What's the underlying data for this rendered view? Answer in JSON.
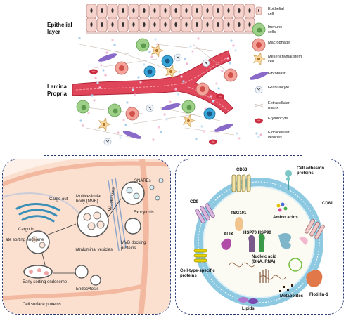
{
  "top_panel": {
    "region_labels": {
      "epithelial": "Epithelial layer",
      "lamina": "Lamina Propria"
    },
    "legend": [
      {
        "key": "epithelial",
        "label": "Epithelial cell"
      },
      {
        "key": "immune",
        "label": "Immune cells"
      },
      {
        "key": "macrophage",
        "label": "Macrophage"
      },
      {
        "key": "msc",
        "label": "Mesenchymal stem cell"
      },
      {
        "key": "fibroblast",
        "label": "Fibroblast"
      },
      {
        "key": "granulocyte",
        "label": "Granulocyte"
      },
      {
        "key": "ecm",
        "label": "Extracellular matrix"
      },
      {
        "key": "erythrocyte",
        "label": "Erythrocyte"
      },
      {
        "key": "ev",
        "label": "Extracellular vesicles"
      }
    ]
  },
  "bottom_left": {
    "labels": {
      "snares": "SNAREs",
      "exocytosis": "Exocytosis",
      "mvb_docking": "MVB docking proteins",
      "microtubules": "Microtubules",
      "mvb": "Multivesicular body (MVB)",
      "ilv": "Intraluminal vesicles",
      "cargo_out": "Cargo out",
      "cargo_in": "Cargo in",
      "late_endosome": "ate sorting endsome",
      "early_endosome": "Early sorting endosome",
      "endocytosis": "Endocytosis",
      "cell_surface": "Cell surface proteins"
    }
  },
  "bottom_right": {
    "labels": {
      "cd63": "CD63",
      "cell_adhesion": "Cell adhesion proteins",
      "cd9": "CD9",
      "tsg101": "TSG101",
      "amino_acids": "Amino acids",
      "cd81": "CD81",
      "alix": "ALIX",
      "hsp": "HSP70 HSP90",
      "cell_type": "Cell-type-specific proteins",
      "nucleic": "Nucleic acid (DNA, RNA)",
      "metabolites": "Metabolites",
      "flotillin": "Flotillin-1",
      "lipids": "Lipids"
    }
  }
}
